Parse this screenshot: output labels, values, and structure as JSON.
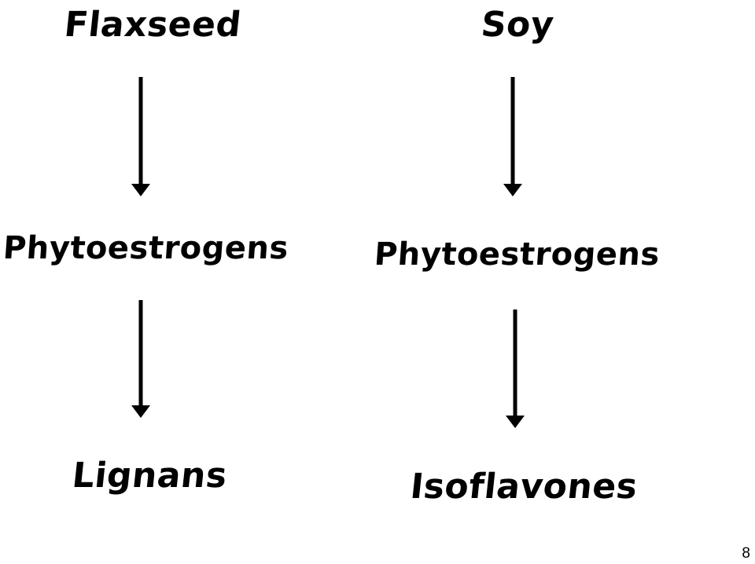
{
  "diagram": {
    "left_column": {
      "source": "Flaxseed",
      "intermediate": "Phytoestrogens",
      "product": "Lignans"
    },
    "right_column": {
      "source": "Soy",
      "intermediate": "Phytoestrogens",
      "product": "Isoflavones"
    }
  },
  "page_number": "8",
  "colors": {
    "ink": "#000000",
    "background": "#ffffff"
  }
}
